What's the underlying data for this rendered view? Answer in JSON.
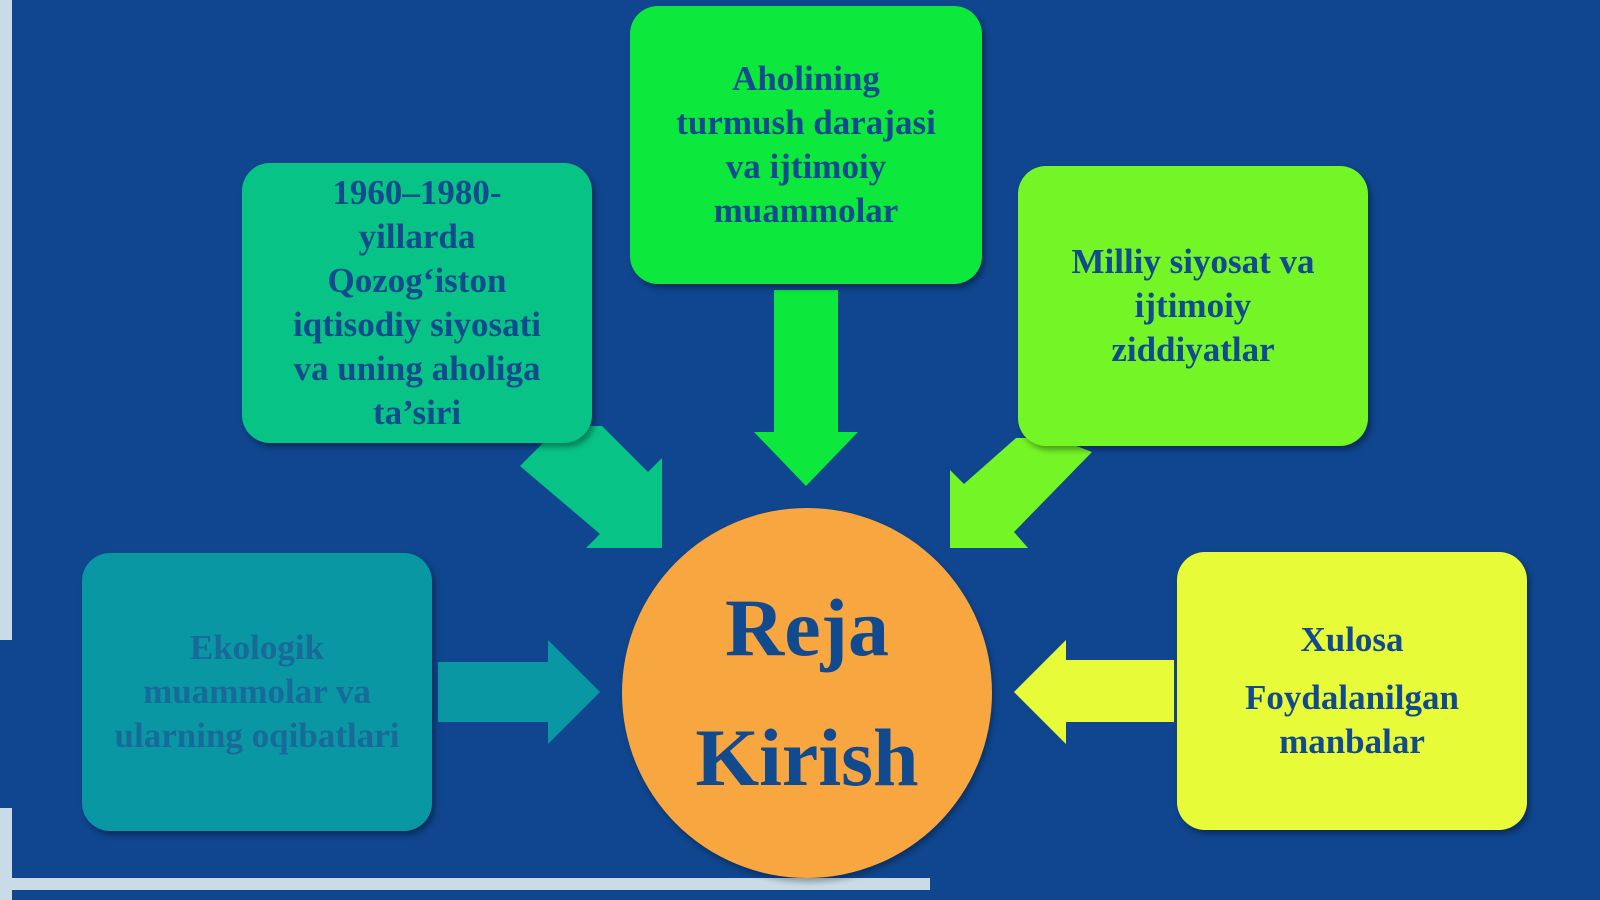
{
  "diagram": {
    "center": {
      "lines": [
        "Reja",
        "Kirish"
      ],
      "color": "#f8a63f"
    },
    "boxes": {
      "ekologik": {
        "lines": [
          "Ekologik",
          "muammolar va",
          "ularning oqibatlari"
        ],
        "color": "#0a97a4"
      },
      "iqtisod": {
        "lines": [
          "1960–1980-",
          "yillarda",
          "Qozog‘iston",
          "iqtisodiy siyosati",
          "va uning aholiga",
          "ta’siri"
        ],
        "color": "#07c386"
      },
      "turmush": {
        "lines": [
          "Aholining",
          "turmush darajasi",
          "va ijtimoiy",
          "muammolar"
        ],
        "color": "#0ce83c"
      },
      "milliy": {
        "lines": [
          "Milliy siyosat va",
          "ijtimoiy",
          "ziddiyatlar"
        ],
        "color": "#74f526"
      },
      "xulosa": {
        "lines": [
          "Xulosa",
          "Foydalanilgan",
          "manbalar"
        ],
        "color": "#e8fb38"
      }
    },
    "text_color": "#124a8f",
    "background": "#0f468f"
  }
}
